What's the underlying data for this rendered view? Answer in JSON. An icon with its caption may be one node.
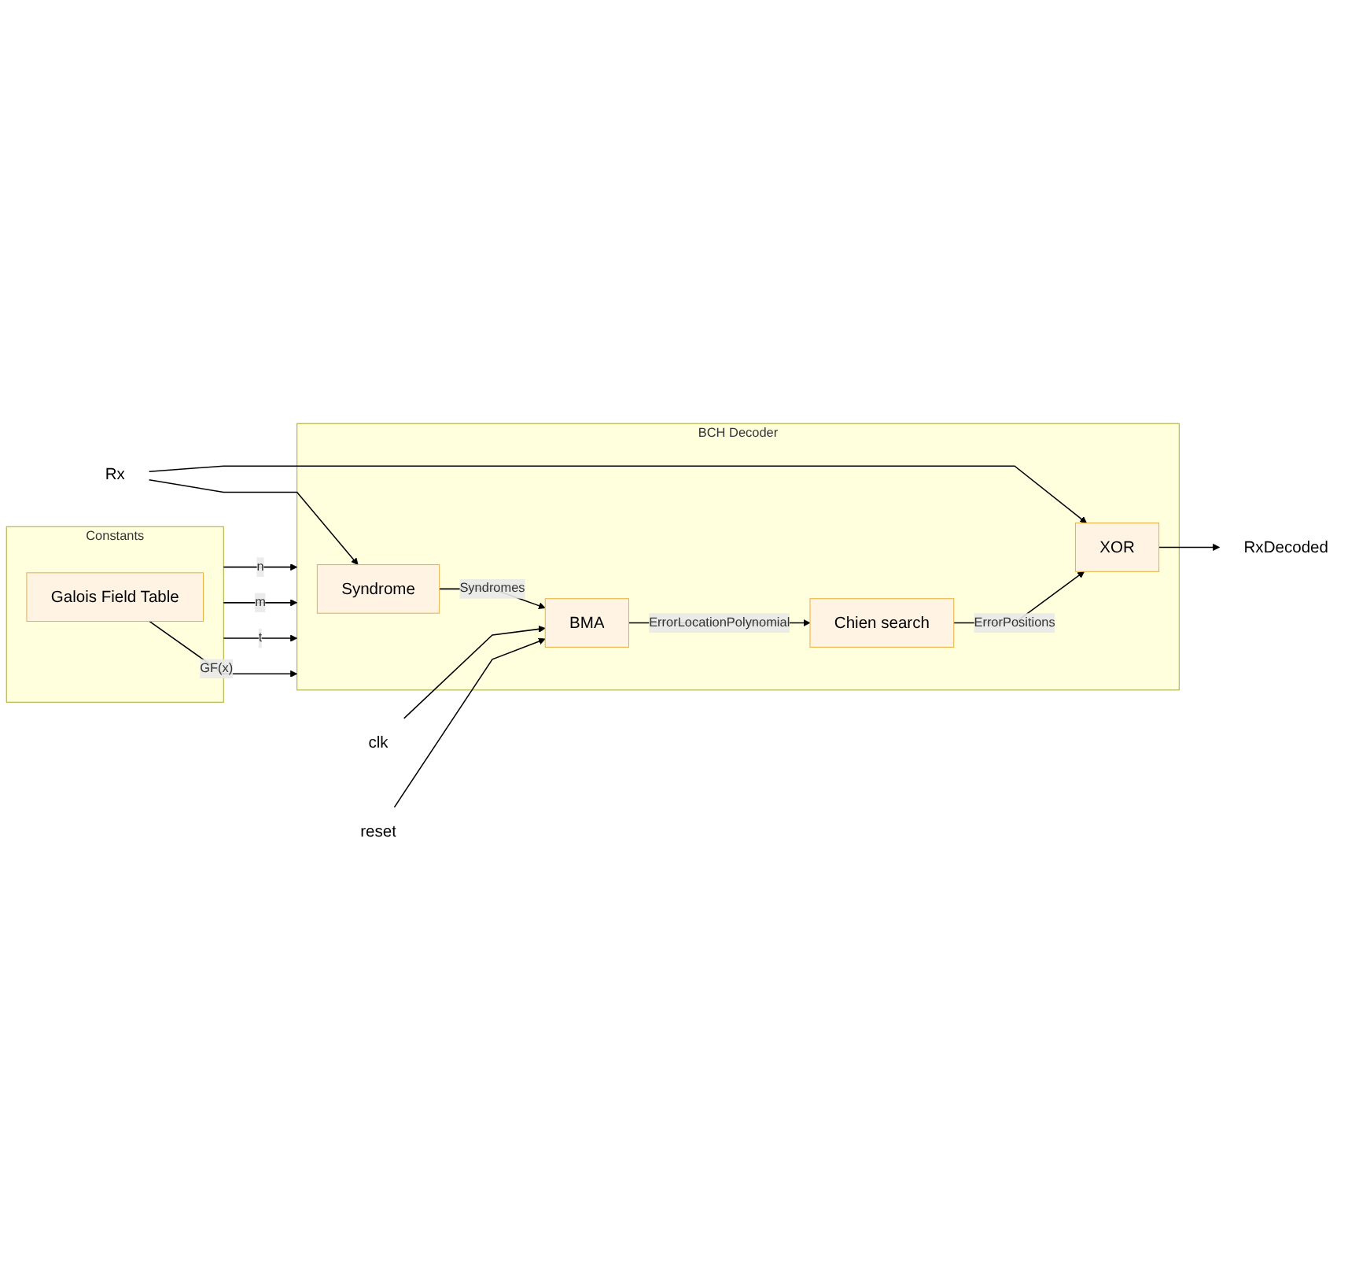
{
  "diagram": {
    "nodes": [
      {
        "text": [
          "BCH Decoder"
        ]
      },
      {
        "text": [
          "Syndrome"
        ],
        "in": 0
      },
      {
        "text": [
          "BMA"
        ],
        "in": 0
      },
      {
        "text": [
          "Chien search"
        ],
        "in": 0
      },
      {
        "text": [
          "XOR"
        ],
        "in": 0
      },
      {
        "text": [
          "Constants"
        ]
      },
      {
        "text": [
          "Galois Field Table"
        ],
        "in": 5
      },
      {
        "text": [
          "Rx"
        ]
      },
      {
        "text": [
          "clk"
        ]
      },
      {
        "text": [
          "reset"
        ]
      },
      {
        "text": [
          "RxDecoded"
        ]
      }
    ],
    "edges": [
      {
        "from": 7,
        "to": 1,
        "arrow": "to"
      },
      {
        "from": 7,
        "to": 4,
        "arrow": "to"
      },
      {
        "from": 1,
        "to": 2,
        "arrow": "to",
        "label": "Syndromes"
      },
      {
        "from": 8,
        "to": 2,
        "arrow": "to"
      },
      {
        "from": 9,
        "to": 2,
        "arrow": "to"
      },
      {
        "from": 2,
        "to": 3,
        "arrow": "to",
        "label": "ErrorLocationPolynomial"
      },
      {
        "from": 3,
        "to": 4,
        "arrow": "to",
        "label": "ErrorPositions"
      },
      {
        "from": 4,
        "to": 10,
        "arrow": "to"
      },
      {
        "from": 5,
        "to": 0,
        "arrow": "to",
        "label": "n"
      },
      {
        "from": 5,
        "to": 0,
        "arrow": "to",
        "label": "m"
      },
      {
        "from": 5,
        "to": 0,
        "arrow": "to",
        "label": "t"
      },
      {
        "from": 6,
        "to": 0,
        "arrow": "to",
        "label": "GF(x)"
      }
    ]
  }
}
